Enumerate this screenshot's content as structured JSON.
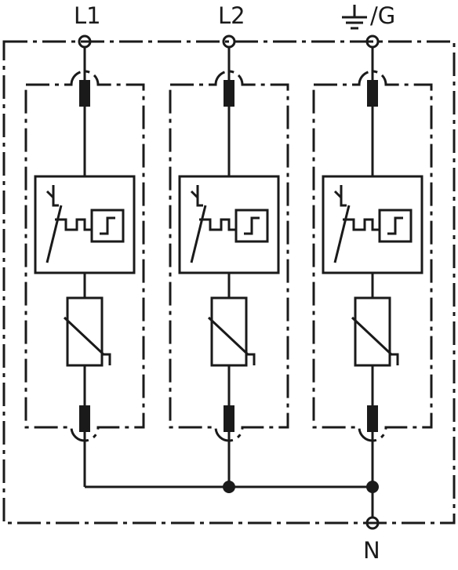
{
  "diagram": {
    "terminals": {
      "l1": "L1",
      "l2": "L2",
      "ground": "/G",
      "neutral": "N"
    },
    "colors": {
      "stroke": "#1a1a1a",
      "background": "#ffffff"
    }
  }
}
